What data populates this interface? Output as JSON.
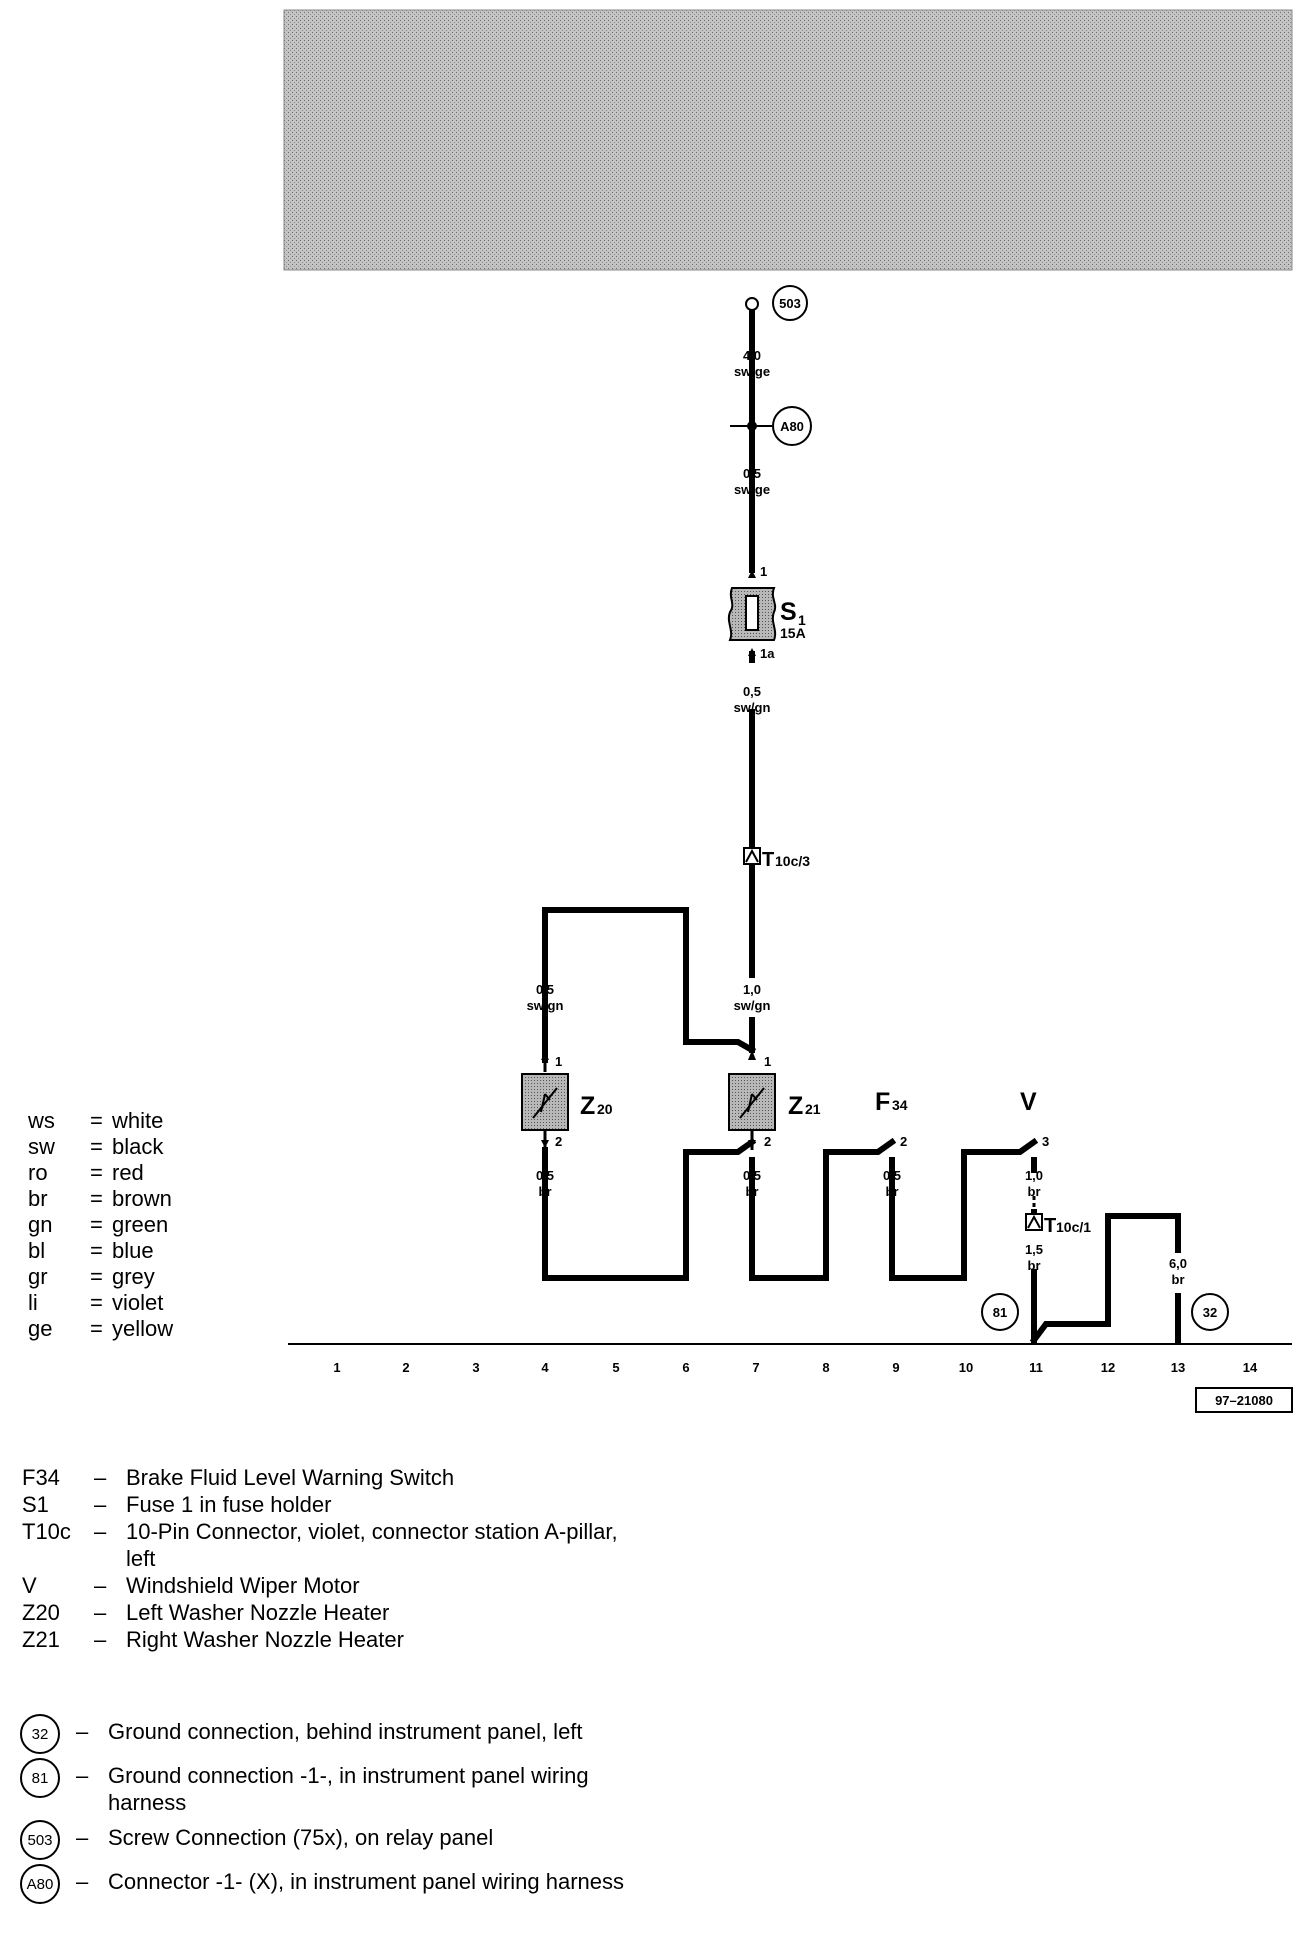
{
  "circles": {
    "c503": "503",
    "a80": "A80",
    "c81": "81",
    "c32": "32"
  },
  "wires": {
    "w1": {
      "size": "4,0",
      "color": "sw/ge"
    },
    "w2": {
      "size": "0,5",
      "color": "sw/ge"
    },
    "w3": {
      "size": "0,5",
      "color": "sw/gn"
    },
    "w4": {
      "size": "0,5",
      "color": "sw/gn"
    },
    "w5": {
      "size": "1,0",
      "color": "sw/gn"
    },
    "w6": {
      "size": "0,5",
      "color": "br"
    },
    "w7": {
      "size": "0,5",
      "color": "br"
    },
    "w8": {
      "size": "0,5",
      "color": "br"
    },
    "w9": {
      "size": "1,0",
      "color": "br"
    },
    "w10": {
      "size": "1,5",
      "color": "br"
    },
    "w11": {
      "size": "6,0",
      "color": "br"
    }
  },
  "components": {
    "s1": {
      "label": "S",
      "sub": "1",
      "rating": "15A",
      "pin_in": "1",
      "pin_out": "1a"
    },
    "t10c3": {
      "label": "T",
      "sub": "10c/3"
    },
    "t10c1": {
      "label": "T",
      "sub": "10c/1"
    },
    "z20": {
      "label": "Z",
      "sub": "20",
      "pin_top": "1",
      "pin_bottom": "2"
    },
    "z21": {
      "label": "Z",
      "sub": "21",
      "pin_top": "1",
      "pin_bottom": "2"
    },
    "f34": {
      "label": "F",
      "sub": "34",
      "pin": "2"
    },
    "v": {
      "label": "V",
      "pin": "3"
    }
  },
  "grid_numbers": [
    "1",
    "2",
    "3",
    "4",
    "5",
    "6",
    "7",
    "8",
    "9",
    "10",
    "11",
    "12",
    "13",
    "14"
  ],
  "ref_code": "97–21080",
  "color_key": [
    {
      "code": "ws",
      "color": "white"
    },
    {
      "code": "sw",
      "color": "black"
    },
    {
      "code": "ro",
      "color": "red"
    },
    {
      "code": "br",
      "color": "brown"
    },
    {
      "code": "gn",
      "color": "green"
    },
    {
      "code": "bl",
      "color": "blue"
    },
    {
      "code": "gr",
      "color": "grey"
    },
    {
      "code": "li",
      "color": "violet"
    },
    {
      "code": "ge",
      "color": "yellow"
    }
  ],
  "legend": [
    {
      "code": "F34",
      "desc": "Brake Fluid Level Warning Switch"
    },
    {
      "code": "S1",
      "desc": "Fuse 1 in fuse holder"
    },
    {
      "code": "T10c",
      "desc": "10-Pin Connector, violet, connector station A-pillar, left"
    },
    {
      "code": "V",
      "desc": "Windshield Wiper Motor"
    },
    {
      "code": "Z20",
      "desc": "Left Washer Nozzle Heater"
    },
    {
      "code": "Z21",
      "desc": "Right Washer Nozzle Heater"
    }
  ],
  "ground_legend": [
    {
      "code": "32",
      "desc": "Ground connection, behind instrument panel, left"
    },
    {
      "code": "81",
      "desc": "Ground connection -1-, in instrument panel wiring harness"
    },
    {
      "code": "503",
      "desc": "Screw Connection (75x), on relay panel"
    },
    {
      "code": "A80",
      "desc": "Connector -1- (X), in instrument panel wiring harness"
    }
  ],
  "dash": "–",
  "equals": "="
}
